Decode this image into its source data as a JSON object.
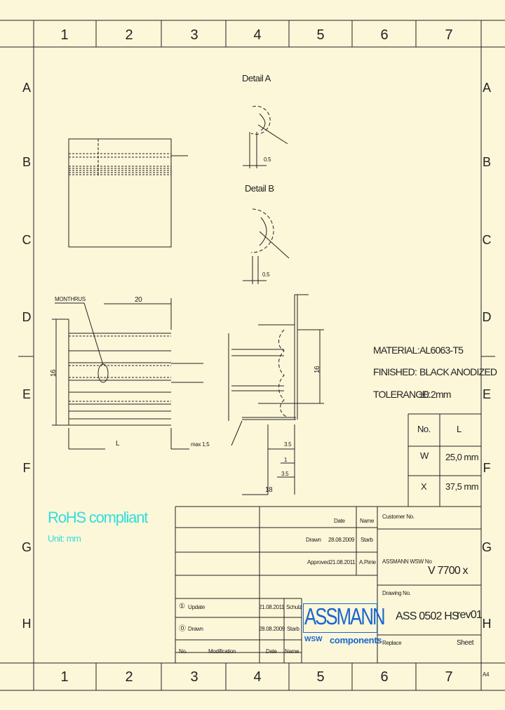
{
  "frame": {
    "columns": [
      "1",
      "2",
      "3",
      "4",
      "5",
      "6",
      "7"
    ],
    "rows": [
      "A",
      "B",
      "C",
      "D",
      "E",
      "F",
      "G",
      "H"
    ]
  },
  "details": {
    "detail_a": "Detail A",
    "detail_b": "Detail B"
  },
  "dims": {
    "mounting_label": "MONTHRUS",
    "width_20": "20",
    "height_16": "16",
    "length_l": "L",
    "max_label": "max 1.5",
    "dim_16_right": "16",
    "dim_35a": "3.5",
    "dim_35b": "3.5",
    "dim_1": "1",
    "dim_18": "18",
    "detail_a_dim": "0.5",
    "detail_b_dim": "0.5"
  },
  "spec": {
    "material_label": "MATERIAL:",
    "material_value": "AL6063-T5",
    "finished_label": "FINISHED:",
    "finished_value": "BLACK ANODIZED",
    "tolerance_label": "TOLERANCE:",
    "tolerance_value": "±0.2mm"
  },
  "variants": {
    "headers": [
      "No.",
      "L"
    ],
    "rows": [
      [
        "W",
        "25,0 mm"
      ],
      [
        "X",
        "37,5 mm"
      ]
    ]
  },
  "rohs": {
    "title": "RoHS compliant",
    "unit": "Unit: mm"
  },
  "title_block": {
    "date_h": "Date",
    "name_h": "Name",
    "drawn_label": "Drawn",
    "drawn_date": "28.08.2009",
    "drawn_name": "Starb",
    "approved_label": "Approved",
    "approved_date": "21.08.2011",
    "approved_name": "A.Pirrie",
    "customer_label": "Customer No.",
    "assmann_label": "ASSMANN WSW No",
    "part_number": "V 7700 x",
    "drawing_label": "Drawing No.",
    "drawing_number": "ASS 0502 HS",
    "revision": "rev01",
    "replace_label": "Replace",
    "sheet_label": "Sheet",
    "rev1_mark": "①",
    "rev1_text": "Update",
    "rev1_date": "21.08.2011",
    "rev1_name": "Schulz",
    "rev0_mark": "⓪",
    "rev0_text": "Drawn",
    "rev0_date": "28.08.2009",
    "rev0_name": "Starb",
    "no_h": "No.",
    "mod_h": "Modification",
    "date_h2": "Date",
    "name_h2": "Name",
    "logo_name": "ASSMANN",
    "logo_mark": "WSW",
    "logo_sub": "components",
    "corner_code": "A4"
  }
}
